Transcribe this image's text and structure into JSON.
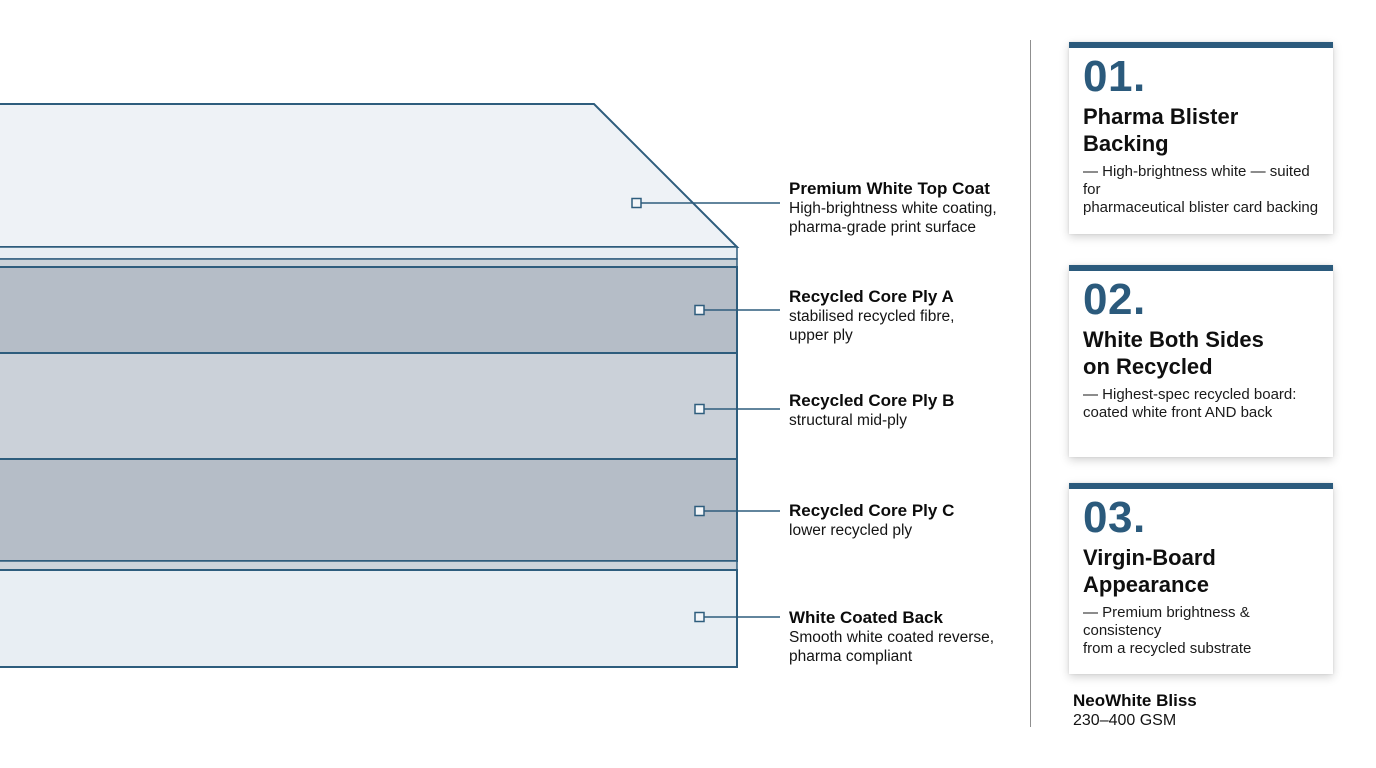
{
  "accent_color": "#2b5a7c",
  "diagram": {
    "labels": [
      {
        "title": "Premium White Top Coat",
        "desc": "High-brightness white coating,\npharma-grade print surface"
      },
      {
        "title": "Recycled Core Ply A",
        "desc": "stabilised recycled fibre,\nupper ply"
      },
      {
        "title": "Recycled Core Ply B",
        "desc": "structural mid-ply"
      },
      {
        "title": "Recycled Core Ply C",
        "desc": "lower recycled ply"
      },
      {
        "title": "White Coated Back",
        "desc": "Smooth white coated reverse,\npharma compliant"
      }
    ]
  },
  "cards": [
    {
      "number": "01.",
      "title": "Pharma Blister\nBacking",
      "desc": "— High-brightness white — suited for\npharmaceutical blister card backing"
    },
    {
      "number": "02.",
      "title": "White Both Sides\non Recycled",
      "desc": "— Highest-spec recycled board:\ncoated white front AND back"
    },
    {
      "number": "03.",
      "title": "Virgin-Board\nAppearance",
      "desc": "— Premium brightness & consistency\nfrom a recycled substrate"
    }
  ],
  "footer": {
    "product": "NeoWhite Bliss",
    "gsm": "230–400 GSM"
  }
}
